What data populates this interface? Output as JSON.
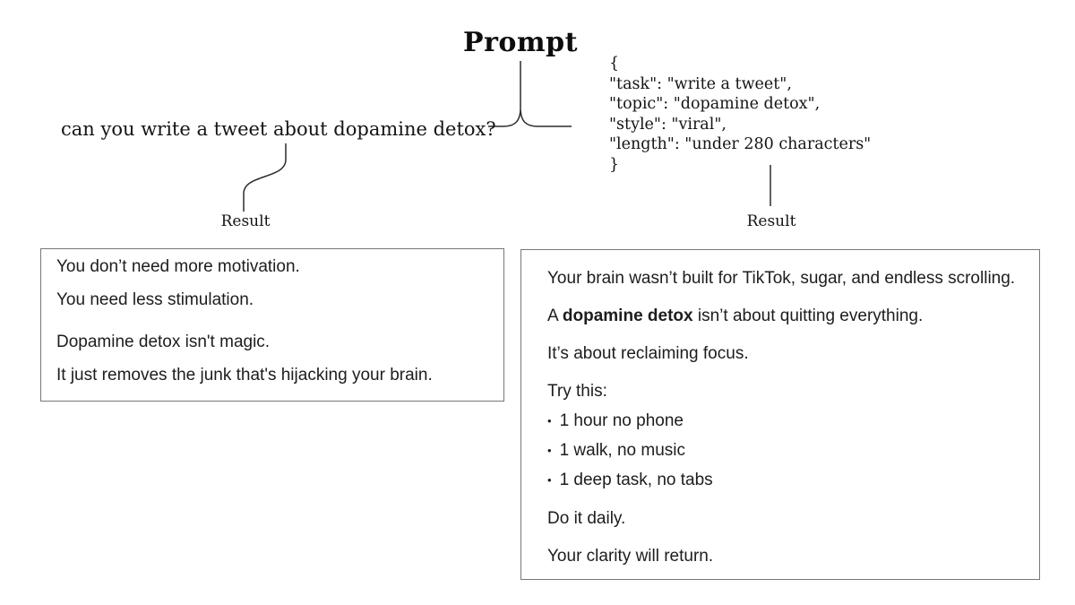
{
  "title": "Prompt",
  "plain_prompt": {
    "text": "can you write a tweet about dopamine detox?"
  },
  "json_prompt": {
    "lines": [
      "{",
      "\"task\": \"write a tweet\",",
      "\"topic\": \"dopamine detox\",",
      "\"style\": \"viral\",",
      "\"length\": \"under 280 characters\"",
      "}"
    ]
  },
  "labels": {
    "left_result": "Result",
    "right_result": "Result"
  },
  "left_result": {
    "paragraphs": [
      "You don’t need more motivation.",
      "You need less stimulation.",
      "Dopamine detox isn't magic.",
      "It just removes the junk that's hijacking your brain."
    ]
  },
  "right_result": {
    "p1": "Your brain wasn’t built for TikTok, sugar, and endless scrolling.",
    "p2_prefix": "A ",
    "p2_bold": "dopamine detox",
    "p2_suffix": " isn’t about quitting everything.",
    "p3": "It’s about reclaiming focus.",
    "p4": "Try this:",
    "bullet_char": "•",
    "bullets": [
      "1 hour no phone",
      "1 walk, no music",
      "1 deep task, no tabs"
    ],
    "p5": "Do it daily.",
    "p6": "Your clarity will return."
  },
  "colors": {
    "background": "#ffffff",
    "text": "#1d1d1f",
    "serif_text": "#141414",
    "border": "#777777",
    "connector": "#2b2b2b"
  }
}
